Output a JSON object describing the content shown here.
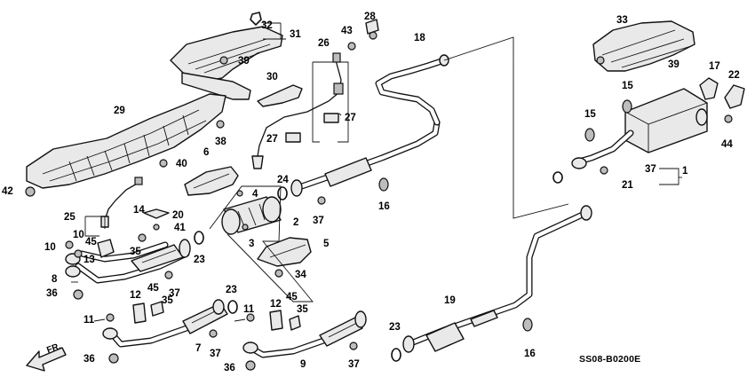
{
  "diagram_code": "SS08-B0200E",
  "direction_label": "FR.",
  "callouts": [
    {
      "n": "1"
    },
    {
      "n": "2"
    },
    {
      "n": "3"
    },
    {
      "n": "4"
    },
    {
      "n": "5"
    },
    {
      "n": "6"
    },
    {
      "n": "7"
    },
    {
      "n": "8"
    },
    {
      "n": "9"
    },
    {
      "n": "10"
    },
    {
      "n": "10"
    },
    {
      "n": "11"
    },
    {
      "n": "11"
    },
    {
      "n": "12"
    },
    {
      "n": "12"
    },
    {
      "n": "13"
    },
    {
      "n": "14"
    },
    {
      "n": "15"
    },
    {
      "n": "15"
    },
    {
      "n": "16"
    },
    {
      "n": "16"
    },
    {
      "n": "17"
    },
    {
      "n": "18"
    },
    {
      "n": "19"
    },
    {
      "n": "20"
    },
    {
      "n": "21"
    },
    {
      "n": "22"
    },
    {
      "n": "23"
    },
    {
      "n": "23"
    },
    {
      "n": "23"
    },
    {
      "n": "24"
    },
    {
      "n": "25"
    },
    {
      "n": "26"
    },
    {
      "n": "27"
    },
    {
      "n": "27"
    },
    {
      "n": "28"
    },
    {
      "n": "29"
    },
    {
      "n": "30"
    },
    {
      "n": "31"
    },
    {
      "n": "32"
    },
    {
      "n": "33"
    },
    {
      "n": "34"
    },
    {
      "n": "35"
    },
    {
      "n": "35"
    },
    {
      "n": "35"
    },
    {
      "n": "36"
    },
    {
      "n": "36"
    },
    {
      "n": "36"
    },
    {
      "n": "37"
    },
    {
      "n": "37"
    },
    {
      "n": "37"
    },
    {
      "n": "37"
    },
    {
      "n": "37"
    },
    {
      "n": "38"
    },
    {
      "n": "39"
    },
    {
      "n": "39"
    },
    {
      "n": "40"
    },
    {
      "n": "41"
    },
    {
      "n": "42"
    },
    {
      "n": "43"
    },
    {
      "n": "44"
    },
    {
      "n": "45"
    },
    {
      "n": "45"
    },
    {
      "n": "45"
    }
  ]
}
